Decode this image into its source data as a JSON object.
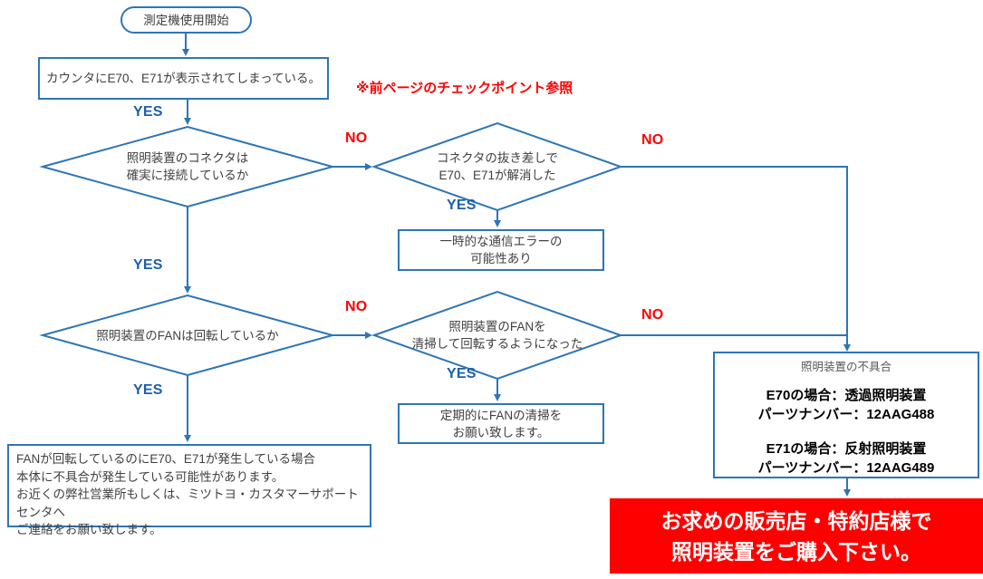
{
  "labels": {
    "yes": "YES",
    "no": "NO"
  },
  "colors": {
    "line_blue": "#2E75B6",
    "yes_blue": "#1F5FA9",
    "no_red": "#FF0000",
    "text_gray": "#404040",
    "alert_bg": "#FF0000",
    "alert_text": "#FFFFFF"
  },
  "nodes": {
    "start": {
      "label": "測定機使用開始"
    },
    "counter_box": {
      "label": "カウンタにE70、E71が表示されてしまっている。"
    },
    "note": {
      "label": "※前ページのチェックポイント参照"
    },
    "diamond_connector": {
      "line1": "照明装置のコネクタは",
      "line2": "確実に接続しているか"
    },
    "diamond_replug": {
      "line1": "コネクタの抜き差しで",
      "line2": "E70、E71が解消した"
    },
    "comm_error_box": {
      "line1": "一時的な通信エラーの",
      "line2": "可能性あり"
    },
    "diamond_fan": {
      "line1": "照明装置のFANは回転しているか"
    },
    "diamond_fan_clean": {
      "line1": "照明装置のFANを",
      "line2": "清掃して回転するようになった"
    },
    "fan_clean_box": {
      "line1": "定期的にFANの清掃を",
      "line2": "お願い致します。"
    },
    "contact_box": {
      "line1": "FANが回転しているのにE70、E71が発生している場合",
      "line2": "本体に不具合が発生している可能性があります。",
      "line3": "お近くの弊社営業所もしくは、ミツトヨ・カスタマーサポートセンタへ",
      "line4": "ご連絡をお願い致します。"
    },
    "parts_box": {
      "title": "照明装置の不具合",
      "e70_line1": "E70の場合：透過照明装置",
      "e70_line2": "パーツナンバー：12AAG488",
      "e71_line1": "E71の場合：反射照明装置",
      "e71_line2": "パーツナンバー：12AAG489"
    },
    "purchase_box": {
      "line1": "お求めの販売店・特約店様で",
      "line2": "照明装置をご購入下さい。"
    }
  }
}
